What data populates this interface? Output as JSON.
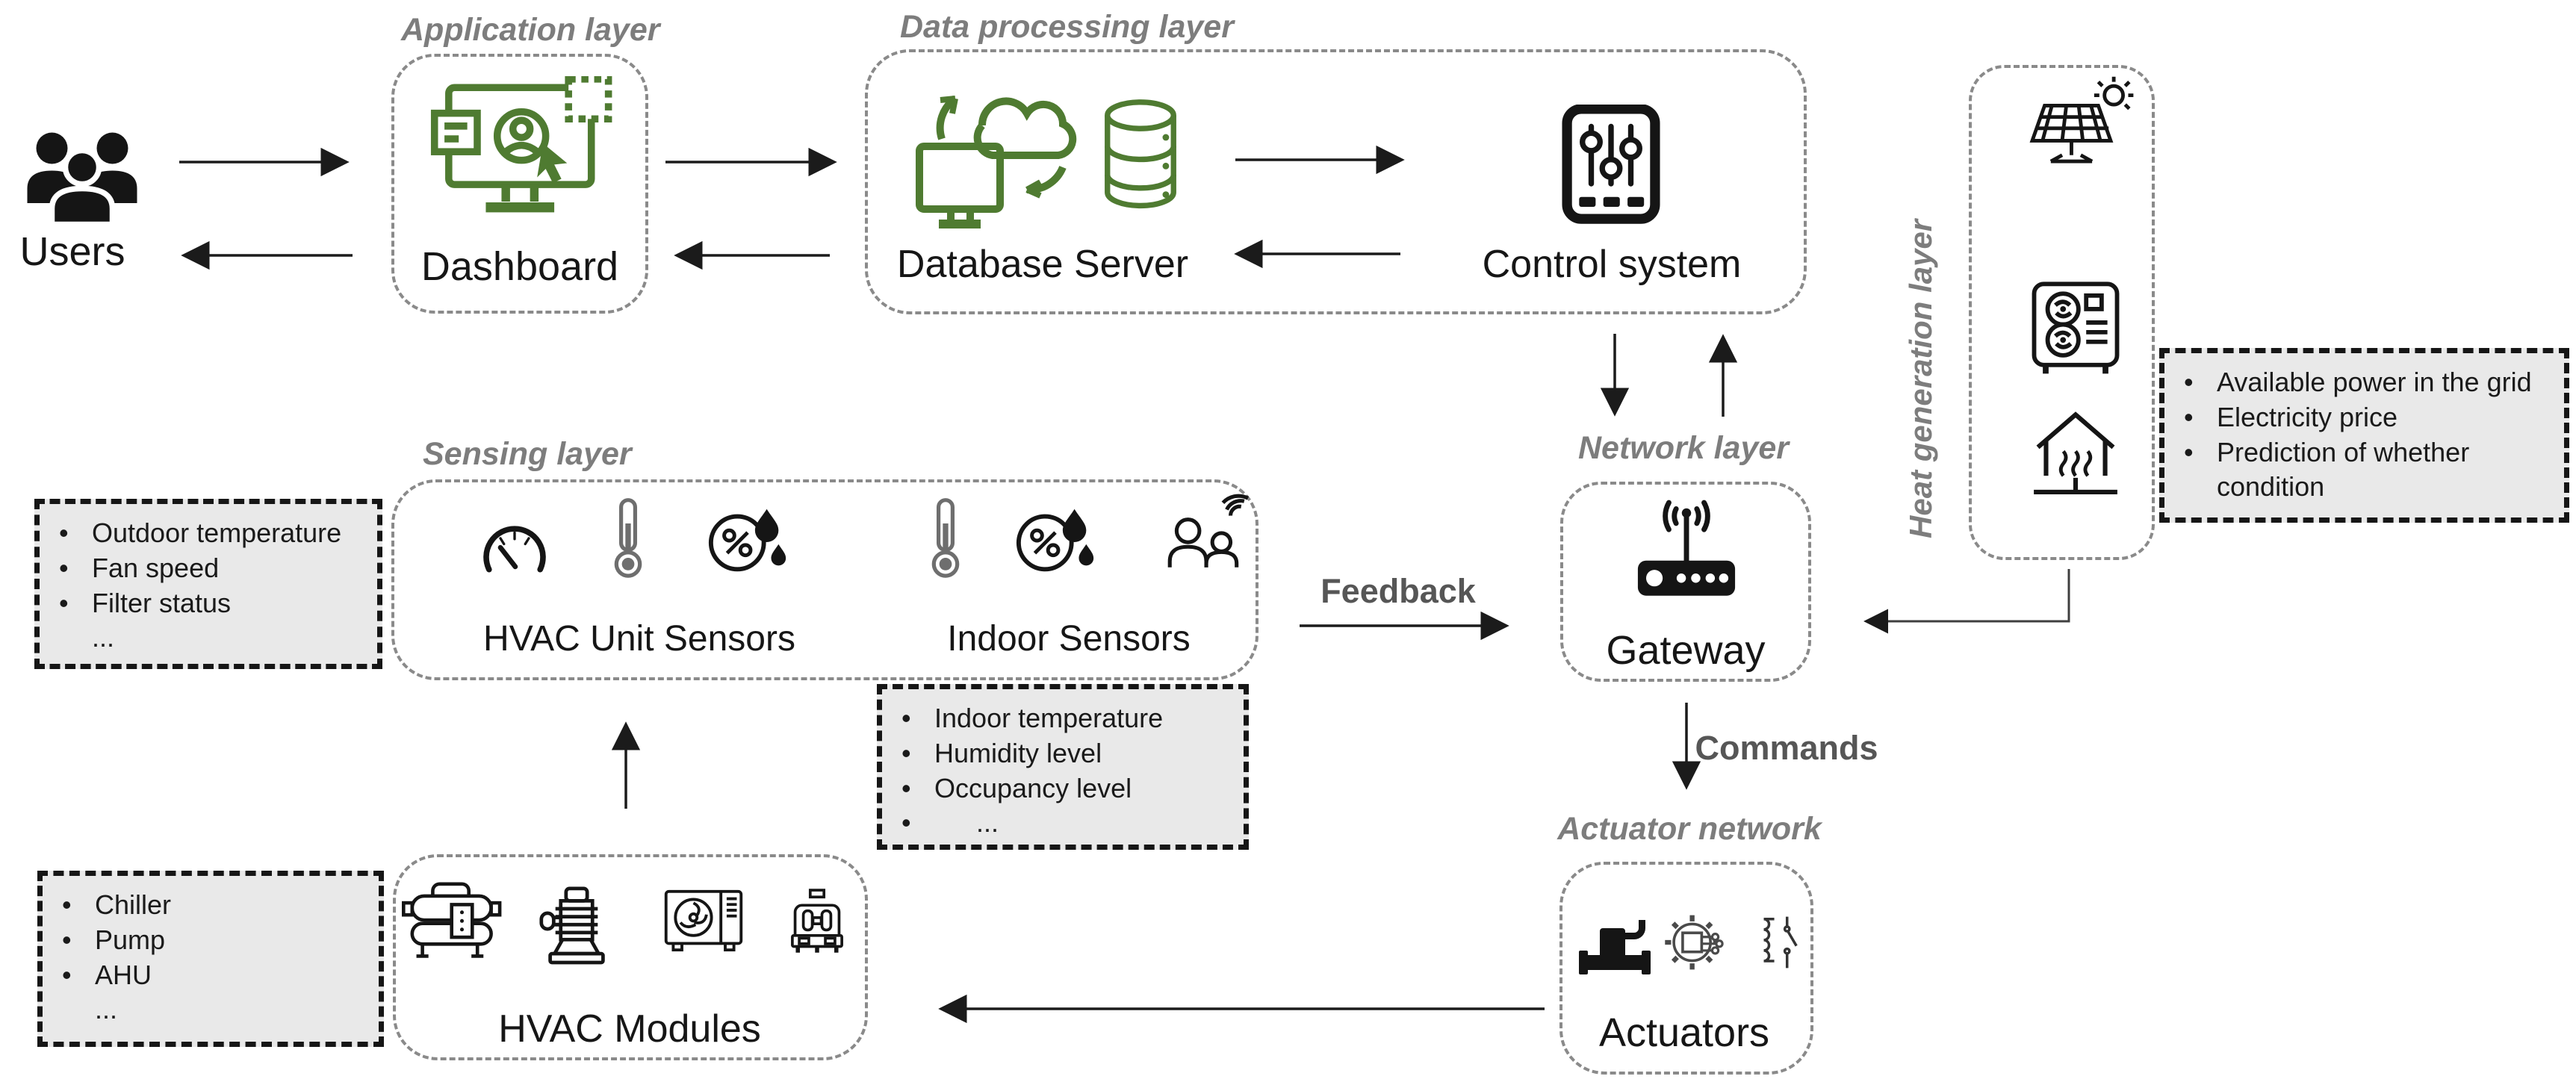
{
  "ui": {
    "bullet": "•"
  },
  "colors": {
    "accent_green": "#4f7b31",
    "annotation_fill": "#e9e9e9",
    "layer_border_gray": "#8a8a8a",
    "layer_label_gray": "#7d7d7d",
    "edge_label_gray": "#565656",
    "ink": "#161616"
  },
  "users": {
    "label": "Users"
  },
  "layers": {
    "application": {
      "label": "Application layer",
      "node": "Dashboard"
    },
    "data_processing": {
      "label": "Data processing layer",
      "database": "Database Server",
      "control": "Control system"
    },
    "sensing": {
      "label": "Sensing layer",
      "hvac_unit_sensors": "HVAC Unit Sensors",
      "indoor_sensors": "Indoor Sensors"
    },
    "network": {
      "label": "Network layer",
      "node": "Gateway"
    },
    "actuator": {
      "label": "Actuator network",
      "node": "Actuators"
    },
    "heat_generation": {
      "label": "Heat generation layer"
    },
    "hvac_modules": {
      "node": "HVAC Modules"
    }
  },
  "edges": {
    "feedback": "Feedback",
    "commands": "Commands"
  },
  "annotations": {
    "hvac_unit_sensor_params": {
      "items": [
        "Outdoor temperature",
        "Fan speed",
        "Filter status",
        "..."
      ]
    },
    "indoor_sensor_params": {
      "items": [
        "Indoor temperature",
        "Humidity level",
        "Occupancy level",
        "..."
      ]
    },
    "hvac_module_types": {
      "items": [
        "Chiller",
        "Pump",
        "AHU",
        "..."
      ]
    },
    "heat_generation_inputs": {
      "items": [
        "Available power in the grid",
        "Electricity price",
        "Prediction of whether condition"
      ]
    }
  },
  "icons": [
    "users-icon",
    "dashboard-icon",
    "cloud-sync-icon",
    "database-icon",
    "control-sliders-icon",
    "gateway-router-icon",
    "solar-panel-icon",
    "heat-pump-icon",
    "house-heating-icon",
    "gauge-icon",
    "thermometer-icon",
    "humidity-icon",
    "occupancy-icon",
    "valve-icon",
    "chip-gear-icon",
    "relay-icon",
    "chiller-icon",
    "pump-icon",
    "ac-unit-icon",
    "boiler-icon"
  ]
}
